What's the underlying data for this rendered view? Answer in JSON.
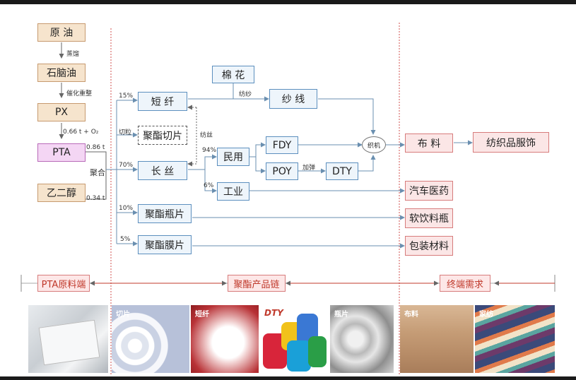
{
  "nodes": {
    "crude": "原 油",
    "naphtha": "石脑油",
    "px": "PX",
    "pta": "PTA",
    "meg": "乙二醇",
    "staple": "短 纤",
    "chip": "聚酯切片",
    "filament": "长 丝",
    "cotton": "棉 花",
    "yarn": "纱 线",
    "civil": "民用",
    "industrial": "工业",
    "fdy": "FDY",
    "poy": "POY",
    "dty": "DTY",
    "loom": "织机",
    "fabric": "布 料",
    "apparel": "纺织品服饰",
    "auto": "汽车医药",
    "bottle_chip": "聚酯瓶片",
    "soft_drink": "软饮料瓶",
    "film_chip": "聚酯膜片",
    "packaging": "包装材料"
  },
  "labels": {
    "refine": "蒸馏",
    "reform": "催化重整",
    "px_ratio": "0.66 t + O₂",
    "pta_ratio": "0.86 t",
    "meg_ratio": "0.34 t",
    "polymerize": "聚合",
    "p15": "15%",
    "slice": "切粒",
    "p70": "70%",
    "p10": "10%",
    "p5": "5%",
    "spin_melt": "纺丝",
    "spin_yarn": "纺纱",
    "p94": "94%",
    "p6": "6%",
    "texturing": "加弹"
  },
  "chains": {
    "pta": "PTA原料端",
    "polyester": "聚酯产品链",
    "end": "终端需求"
  },
  "photos": [
    {
      "caption": ""
    },
    {
      "caption": "切片"
    },
    {
      "caption": "短纤"
    },
    {
      "caption": "DTY"
    },
    {
      "caption": "瓶片"
    },
    {
      "caption": "布料"
    },
    {
      "caption": "家纺"
    }
  ],
  "colors": {
    "tan_fill": "#f6e4cd",
    "blue_fill": "#eef5fb",
    "pink_fill": "#fbe6e6",
    "pta_fill": "#f4d6f4",
    "divider": "#d0504f",
    "arrow": "#6a8fb0"
  }
}
